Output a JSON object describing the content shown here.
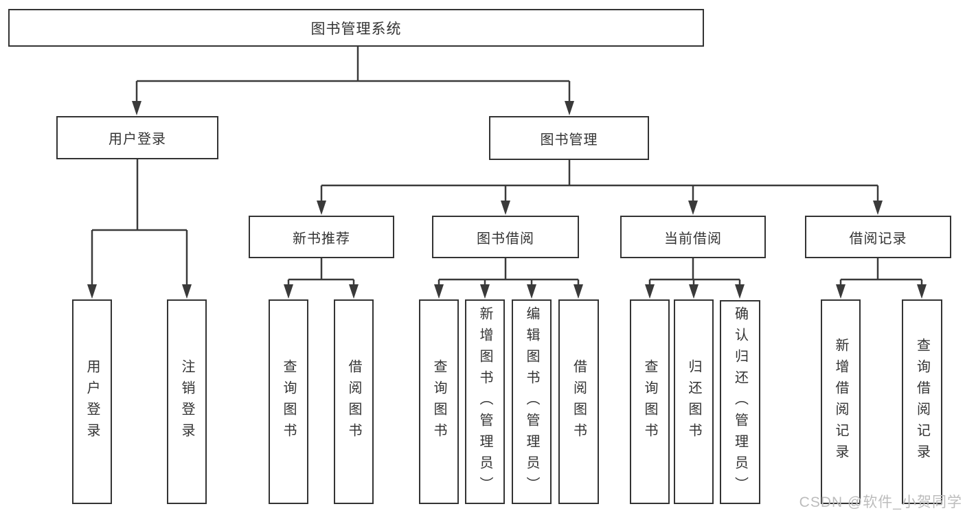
{
  "diagram": {
    "root": {
      "label": "图书管理系统"
    },
    "level2": [
      {
        "id": "user-login",
        "label": "用户登录"
      },
      {
        "id": "book-management",
        "label": "图书管理"
      }
    ],
    "level3": [
      {
        "id": "new-book-recommend",
        "label": "新书推荐",
        "parent": "图书管理"
      },
      {
        "id": "book-borrow",
        "label": "图书借阅",
        "parent": "图书管理"
      },
      {
        "id": "current-borrow",
        "label": "当前借阅",
        "parent": "图书管理"
      },
      {
        "id": "borrow-records",
        "label": "借阅记录",
        "parent": "图书管理"
      }
    ],
    "leaves": [
      {
        "parent": "用户登录",
        "label": "用户登录"
      },
      {
        "parent": "用户登录",
        "label": "注销登录"
      },
      {
        "parent": "新书推荐",
        "label": "查询图书"
      },
      {
        "parent": "新书推荐",
        "label": "借阅图书"
      },
      {
        "parent": "图书借阅",
        "label": "查询图书"
      },
      {
        "parent": "图书借阅",
        "label": "新增图书（管理员）"
      },
      {
        "parent": "图书借阅",
        "label": "编辑图书（管理员）"
      },
      {
        "parent": "图书借阅",
        "label": "借阅图书"
      },
      {
        "parent": "当前借阅",
        "label": "查询图书"
      },
      {
        "parent": "当前借阅",
        "label": "归还图书"
      },
      {
        "parent": "当前借阅",
        "label": "确认归还（管理员）"
      },
      {
        "parent": "借阅记录",
        "label": "新增借阅记录"
      },
      {
        "parent": "借阅记录",
        "label": "查询借阅记录"
      }
    ],
    "watermark": "CSDN @软件_小贺同学",
    "colors": {
      "line": "#3a3a3a",
      "box_border": "#333333",
      "text": "#333333",
      "watermark": "#bcbcbc",
      "background": "#ffffff"
    }
  }
}
